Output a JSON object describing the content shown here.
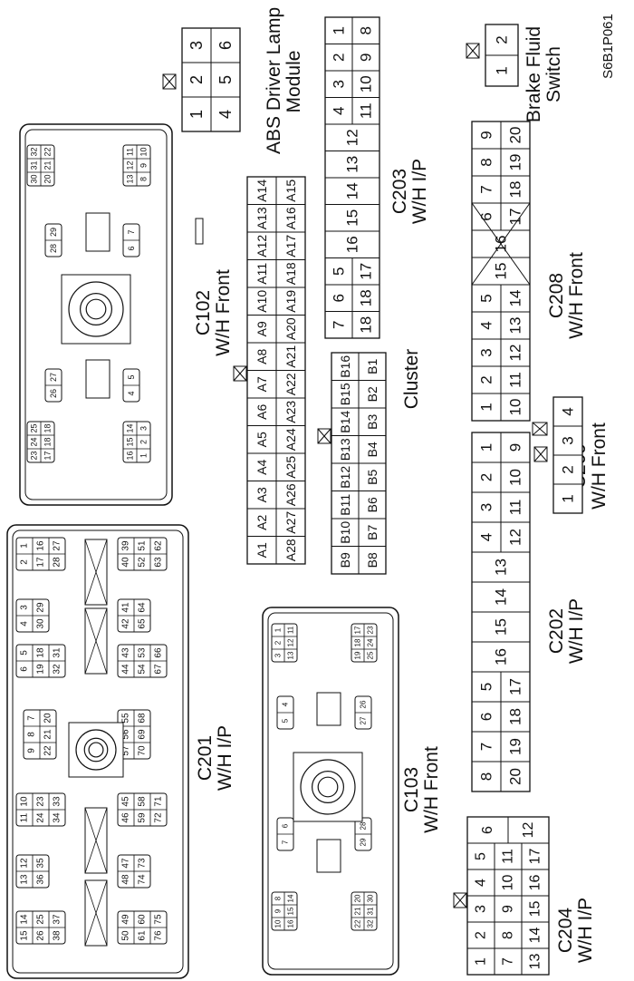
{
  "diagram_id": "S6B1P061",
  "labels": {
    "abs": [
      "ABS Driver Lamp",
      "Module"
    ],
    "brake": [
      "Brake Fluid",
      "Switch"
    ],
    "c203": [
      "C203",
      "W/H I/P"
    ],
    "c102": [
      "C102",
      "W/H Front"
    ],
    "cluster": [
      "Cluster"
    ],
    "c208": [
      "C208",
      "W/H Front"
    ],
    "c209": [
      "C209",
      "W/H Front"
    ],
    "c201": [
      "C201",
      "W/H I/P"
    ],
    "c103": [
      "C103",
      "W/H Front"
    ],
    "c202": [
      "C202",
      "W/H I/P"
    ],
    "c204": [
      "C204",
      "W/H I/P"
    ]
  },
  "connectors": {
    "abs": {
      "rows": [
        [
          "3",
          "6"
        ],
        [
          "2",
          "5"
        ],
        [
          "1",
          "4"
        ]
      ]
    },
    "brake": {
      "rows": [
        [
          "2"
        ],
        [
          "1"
        ]
      ]
    },
    "c203": {
      "rows": [
        [
          "1",
          "8"
        ],
        [
          "2",
          "9"
        ],
        [
          "3",
          "10"
        ],
        [
          "4",
          "11"
        ],
        [
          "12"
        ],
        [
          "13"
        ],
        [
          "14"
        ],
        [
          "15"
        ],
        [
          "16"
        ],
        [
          "5",
          "17"
        ],
        [
          "6",
          "18"
        ],
        [
          "7",
          "18"
        ]
      ]
    },
    "c208": {
      "rows": [
        [
          "9",
          "20"
        ],
        [
          "8",
          "19"
        ],
        [
          "7",
          "18"
        ],
        [
          "6",
          "17"
        ],
        [
          "16"
        ],
        [
          "15"
        ],
        [
          "5",
          "14"
        ],
        [
          "4",
          "13"
        ],
        [
          "3",
          "12"
        ],
        [
          "2",
          "11"
        ],
        [
          "1",
          "10"
        ]
      ]
    },
    "c209": {
      "rows": [
        [
          "4"
        ],
        [
          "3"
        ],
        [
          "2"
        ],
        [
          "1"
        ]
      ]
    },
    "cluster": {
      "rows": [
        [
          "A14",
          "A15"
        ],
        [
          "A13",
          "A16"
        ],
        [
          "A12",
          "A17"
        ],
        [
          "A11",
          "A18"
        ],
        [
          "A10",
          "A19"
        ],
        [
          "A9",
          "A20"
        ],
        [
          "A8",
          "A21"
        ],
        [
          "A7",
          "A22"
        ],
        [
          "A6",
          "A23"
        ],
        [
          "A5",
          "A24"
        ],
        [
          "A4",
          "A25"
        ],
        [
          "A3",
          "A26"
        ],
        [
          "A2",
          "A27"
        ],
        [
          "A1",
          "A28"
        ]
      ]
    },
    "cluster_b": {
      "rows": [
        [
          "B16",
          "B1"
        ],
        [
          "B15",
          "B2"
        ],
        [
          "B14",
          "B3"
        ],
        [
          "B13",
          "B4"
        ],
        [
          "B12",
          "B5"
        ],
        [
          "B11",
          "B6"
        ],
        [
          "B10",
          "B7"
        ],
        [
          "B9",
          "B8"
        ]
      ]
    },
    "c202": {
      "rows": [
        [
          "1",
          "9"
        ],
        [
          "2",
          "10"
        ],
        [
          "3",
          "11"
        ],
        [
          "4",
          "12"
        ],
        [
          "13"
        ],
        [
          "14"
        ],
        [
          "15"
        ],
        [
          "16"
        ],
        [
          "5",
          "17"
        ],
        [
          "6",
          "18"
        ],
        [
          "7",
          "19"
        ],
        [
          "8",
          "20"
        ]
      ]
    },
    "c204": {
      "rows": [
        [
          "6",
          "12"
        ],
        [
          "5",
          "11",
          "17"
        ],
        [
          "4",
          "10",
          "16"
        ],
        [
          "3",
          "9",
          "15"
        ],
        [
          "2",
          "8",
          "14"
        ],
        [
          "1",
          "7",
          "13"
        ]
      ]
    },
    "c102": {
      "clusters": [
        {
          "rows": [
            [
              "32",
              "22"
            ],
            [
              "31",
              "21"
            ],
            [
              "30",
              "20"
            ]
          ]
        },
        {
          "rows": [
            [
              "11",
              "10"
            ],
            [
              "12",
              "9"
            ],
            [
              "13",
              "8"
            ]
          ]
        },
        {
          "rows": [
            [
              "29"
            ],
            [
              "28"
            ]
          ]
        },
        {
          "rows": [
            [
              "7"
            ],
            [
              "6"
            ]
          ]
        },
        {
          "rows": [
            [
              "27"
            ],
            [
              "26"
            ]
          ]
        },
        {
          "rows": [
            [
              "5"
            ],
            [
              "4"
            ]
          ]
        },
        {
          "rows": [
            [
              "25",
              "18"
            ],
            [
              "24",
              "18"
            ],
            [
              "23",
              "17"
            ]
          ]
        },
        {
          "rows": [
            [
              "14",
              "3"
            ],
            [
              "15",
              "2"
            ],
            [
              "16",
              "1"
            ]
          ]
        }
      ]
    },
    "c201": {
      "clusters": [
        {
          "rows": [
            [
              "1",
              "16",
              "27"
            ],
            [
              "2",
              "17",
              "28"
            ]
          ]
        },
        {
          "rows": [
            [
              "39",
              "51",
              "62"
            ],
            [
              "40",
              "52",
              "63"
            ]
          ]
        },
        {
          "rows": [
            [
              "3",
              "29"
            ],
            [
              "4",
              "30"
            ]
          ]
        },
        {
          "rows": [
            [
              "41",
              "64"
            ],
            [
              "42",
              "65"
            ]
          ]
        },
        {
          "rows": [
            [
              "5",
              "18",
              "31"
            ],
            [
              "6",
              "19",
              "32"
            ]
          ]
        },
        {
          "rows": [
            [
              "43",
              "53",
              "66"
            ],
            [
              "44",
              "54",
              "67"
            ]
          ]
        },
        {
          "rows": [
            [
              "7",
              "20"
            ],
            [
              "8",
              "21"
            ],
            [
              "9",
              "22"
            ]
          ]
        },
        {
          "rows": [
            [
              "55",
              "68"
            ],
            [
              "56",
              "69"
            ],
            [
              "57",
              "70"
            ]
          ]
        },
        {
          "rows": [
            [
              "10",
              "23",
              "33"
            ],
            [
              "11",
              "24",
              "34"
            ]
          ]
        },
        {
          "rows": [
            [
              "45",
              "58",
              "71"
            ],
            [
              "46",
              "59",
              "72"
            ]
          ]
        },
        {
          "rows": [
            [
              "12",
              "35"
            ],
            [
              "13",
              "36"
            ]
          ]
        },
        {
          "rows": [
            [
              "47",
              "73"
            ],
            [
              "48",
              "74"
            ]
          ]
        },
        {
          "rows": [
            [
              "14",
              "25",
              "37"
            ],
            [
              "15",
              "26",
              "38"
            ]
          ]
        },
        {
          "rows": [
            [
              "49",
              "60",
              "75"
            ],
            [
              "50",
              "61",
              "76"
            ]
          ]
        }
      ]
    },
    "c103": {
      "clusters": [
        {
          "rows": [
            [
              "1",
              "11"
            ],
            [
              "2",
              "12"
            ],
            [
              "3",
              "13"
            ]
          ]
        },
        {
          "rows": [
            [
              "17",
              "23"
            ],
            [
              "18",
              "24"
            ],
            [
              "19",
              "25"
            ]
          ]
        },
        {
          "rows": [
            [
              "4"
            ],
            [
              "5"
            ]
          ]
        },
        {
          "rows": [
            [
              "26"
            ],
            [
              "27"
            ]
          ]
        },
        {
          "rows": [
            [
              "6"
            ],
            [
              "7"
            ]
          ]
        },
        {
          "rows": [
            [
              "28"
            ],
            [
              "29"
            ]
          ]
        },
        {
          "rows": [
            [
              "8",
              "14"
            ],
            [
              "9",
              "15"
            ],
            [
              "10",
              "16"
            ]
          ]
        },
        {
          "rows": [
            [
              "20",
              "30"
            ],
            [
              "21",
              "31"
            ],
            [
              "22",
              "32"
            ]
          ]
        }
      ]
    }
  }
}
